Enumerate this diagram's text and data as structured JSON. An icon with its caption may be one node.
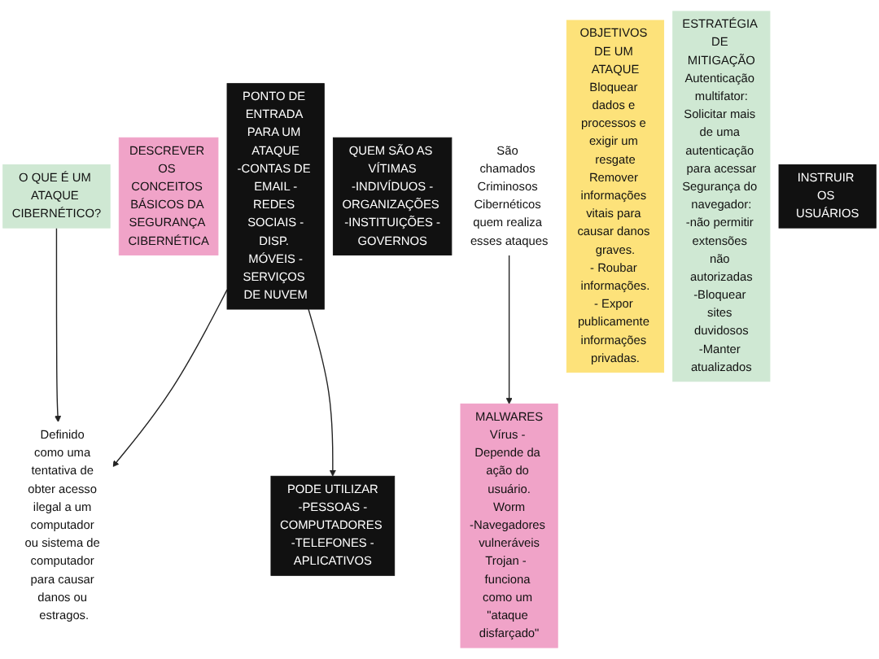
{
  "diagram": {
    "nodes": [
      {
        "text": [
          "O QUE É UM ATAQUE CIBERNÉTICO?"
        ]
      },
      {
        "text": [
          "Definido como uma tentativa de obter acesso ilegal a um computador ou sistema de computador para causar danos ou estragos."
        ]
      },
      {
        "text": [
          "DESCREVER OS CONCEITOS BÁSICOS DA SEGURANÇA CIBERNÉTICA"
        ]
      },
      {
        "text": [
          "PODE UTILIZAR",
          "-PESSOAS -COMPUTADORES -TELEFONES -APLICATIVOS"
        ]
      },
      {
        "text": [
          "PONTO DE ENTRADA PARA UM ATAQUE",
          "-CONTAS DE EMAIL -REDES SOCIAIS -DISP. MÓVEIS -SERVIÇOS DE NUVEM"
        ]
      },
      {
        "text": [
          "QUEM SÃO AS VÍTIMAS",
          "-INDIVÍDUOS -ORGANIZAÇÕES -INSTITUIÇÕES -GOVERNOS"
        ]
      },
      {
        "text": [
          "São chamados Criminosos Cibernéticos quem realiza esses ataques"
        ]
      },
      {
        "text": [
          "OBJETIVOS DE UM ATAQUE",
          "Bloquear dados e processos e exigir um resgate",
          "Remover informações vitais para causar danos graves.",
          "- Roubar informações.",
          "- Expor publicamente informações privadas."
        ]
      },
      {
        "text": [
          "ESTRATÉGIA DE MITIGAÇÃO",
          "Autenticação multifator:",
          "Solicitar mais de uma autenticação para acessar",
          "Segurança do navegador:",
          "-não permitir extensões não autorizadas",
          "-Bloquear sites duvidosos",
          "-Manter atualizados"
        ]
      },
      {
        "text": [
          "INSTRUIR OS USUÁRIOS"
        ]
      },
      {
        "text": [
          "MALWARES",
          "Vírus - Depende da ação do usuário.",
          "Worm",
          "-Navegadores vulneráveis",
          "Trojan -  funciona como um \"ataque disfarçado\""
        ]
      }
    ],
    "edges": [
      {
        "from": 0,
        "to": 1,
        "arrow": "to"
      },
      {
        "from": 4,
        "to": 3,
        "arrow": "to"
      },
      {
        "from": 4,
        "to": 1,
        "arrow": "to"
      },
      {
        "from": 6,
        "to": 10,
        "arrow": "to"
      }
    ]
  }
}
